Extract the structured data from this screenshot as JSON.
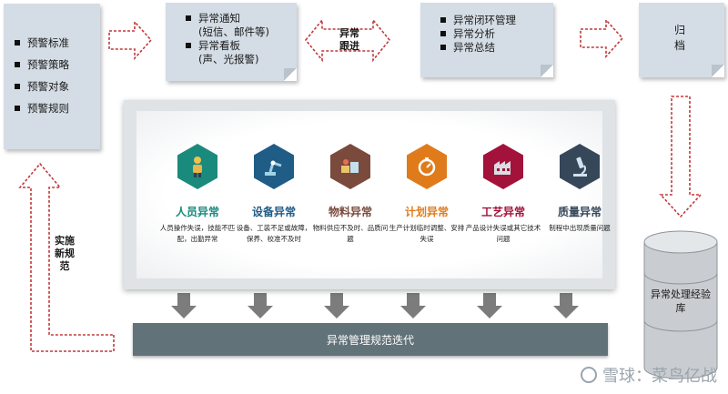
{
  "notes": {
    "warning": [
      "预警标准",
      "预警策略",
      "预警对象",
      "预警规则"
    ],
    "notify": [
      {
        "text": "异常通知",
        "bullet": true
      },
      {
        "text": "(短信、邮件等)",
        "bullet": false
      },
      {
        "text": "异常看板",
        "bullet": true
      },
      {
        "text": "(声、光报警)",
        "bullet": false
      }
    ],
    "closed_loop": [
      "异常闭环管理",
      "异常分析",
      "异常总结"
    ],
    "archive": "归档"
  },
  "arrow_labels": {
    "follow_up": "异常跟进",
    "new_rules": "实施新规范"
  },
  "categories": [
    {
      "title": "人员异常",
      "color": "#1a8a7d",
      "title_color": "#1a8a7d",
      "icon": "worker-icon",
      "desc": "人员操作失误，技能不匹配，出勤异常"
    },
    {
      "title": "设备异常",
      "color": "#1f5c86",
      "title_color": "#1f5c86",
      "icon": "robot-arm-icon",
      "desc": "设备、工装不足或故障，保养、校准不及时"
    },
    {
      "title": "物料异常",
      "color": "#7a4a3c",
      "title_color": "#7a4a3c",
      "icon": "material-icon",
      "desc": "物料供应不及时、品质问题"
    },
    {
      "title": "计划异常",
      "color": "#e07b1b",
      "title_color": "#e07b1b",
      "icon": "stopwatch-icon",
      "desc": "生产计划临时调整、安排失误"
    },
    {
      "title": "工艺异常",
      "color": "#a3123b",
      "title_color": "#a3123b",
      "icon": "factory-icon",
      "desc": "产品设计失误或其它技术问题"
    },
    {
      "title": "质量异常",
      "color": "#36475a",
      "title_color": "#36475a",
      "icon": "microscope-icon",
      "desc": "制程中出现质量问题"
    }
  ],
  "iteration_bar": "异常管理规范迭代",
  "knowledge_base": "异常处理经验库",
  "watermark": "雪球：菜鸟亿战"
}
